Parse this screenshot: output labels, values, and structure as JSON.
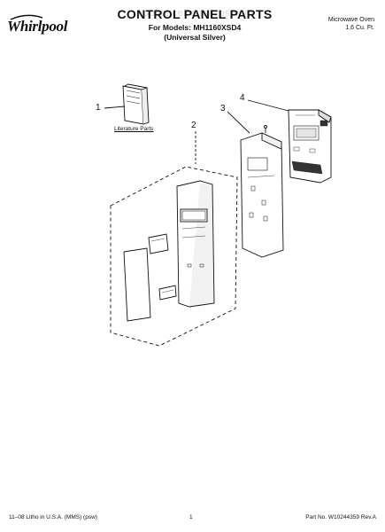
{
  "header": {
    "brand": "Whirlpool",
    "watermark": "AppliancePartsPros.com",
    "title": "CONTROL PANEL PARTS",
    "models_line": "For Models: MH1160XSD4",
    "finish_line": "(Universal Silver)",
    "product_line1": "Microwave Oven",
    "product_line2": "1.6 Cu. Ft."
  },
  "callouts": [
    {
      "id": "1",
      "label": "1"
    },
    {
      "id": "2",
      "label": "2"
    },
    {
      "id": "3",
      "label": "3"
    },
    {
      "id": "4",
      "label": "4"
    }
  ],
  "literature_label": "Literature Parts",
  "footer": {
    "left": "11–08 Litho in U.S.A. (MMS) (psw)",
    "page": "1",
    "part_no": "Part No. W10244359 Rev.A"
  },
  "colors": {
    "ink": "#111111",
    "watermark": "#969696"
  }
}
